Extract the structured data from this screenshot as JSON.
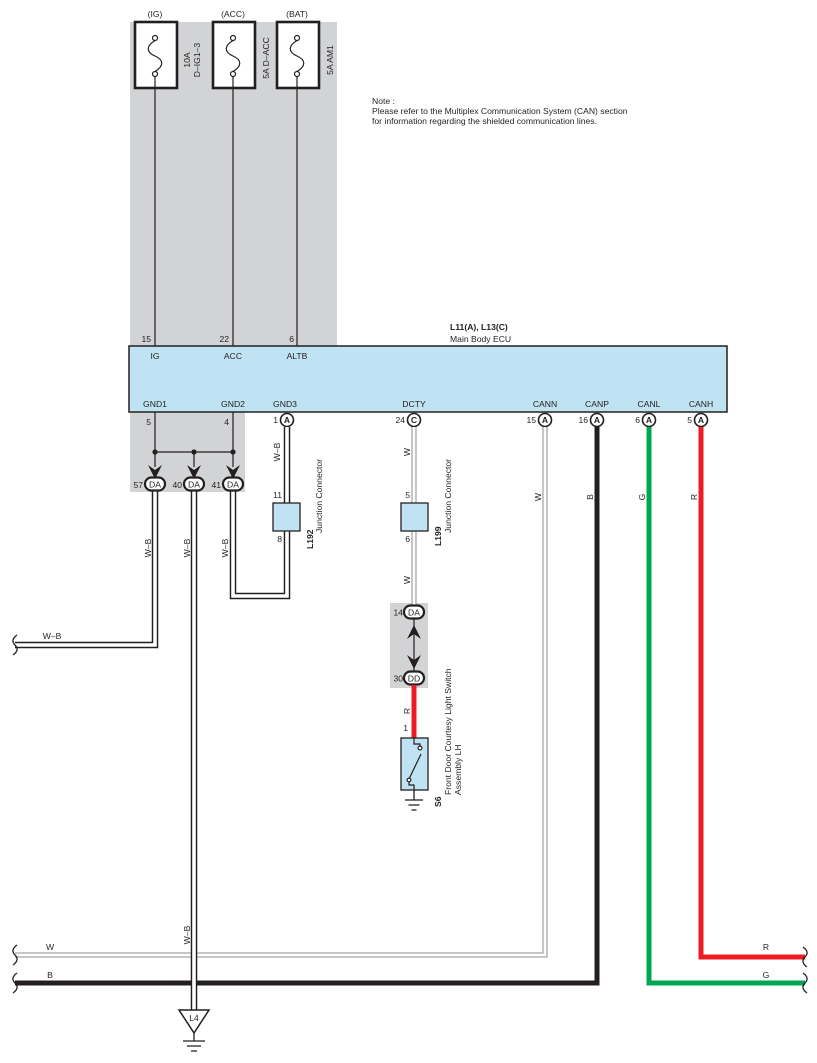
{
  "note": {
    "heading": "Note :",
    "lines": [
      "Please refer to the Multiplex Communication System (CAN) section",
      "for information regarding the shielded communication lines."
    ]
  },
  "fuses": [
    {
      "source": "(IG)",
      "label_lines": [
        "10A",
        "D–IG1–3"
      ],
      "ecu_pin": "15",
      "ecu_terminal": "IG"
    },
    {
      "source": "(ACC)",
      "label_lines": [
        "5A D–ACC"
      ],
      "ecu_pin": "22",
      "ecu_terminal": "ACC"
    },
    {
      "source": "(BAT)",
      "label_lines": [
        "5A AM1"
      ],
      "ecu_pin": "6",
      "ecu_terminal": "ALTB"
    }
  ],
  "ecu": {
    "code": "L11(A), L13(C)",
    "name": "Main Body ECU",
    "bottom_terminals": [
      {
        "terminal": "GND1",
        "pin": "5",
        "connector": ""
      },
      {
        "terminal": "GND2",
        "pin": "4",
        "connector": ""
      },
      {
        "terminal": "GND3",
        "pin": "1",
        "connector": "A"
      },
      {
        "terminal": "DCTY",
        "pin": "24",
        "connector": "C"
      },
      {
        "terminal": "CANN",
        "pin": "15",
        "connector": "A"
      },
      {
        "terminal": "CANP",
        "pin": "16",
        "connector": "A"
      },
      {
        "terminal": "CANL",
        "pin": "6",
        "connector": "A"
      },
      {
        "terminal": "CANH",
        "pin": "5",
        "connector": "A"
      }
    ]
  },
  "ground_junction": [
    {
      "pin": "57",
      "connector": "DA"
    },
    {
      "pin": "40",
      "connector": "DA"
    },
    {
      "pin": "41",
      "connector": "DA"
    }
  ],
  "junction_connectors": [
    {
      "code": "L192",
      "name": "Junction Connector",
      "pin_in": "11",
      "pin_out": "8"
    },
    {
      "code": "L199",
      "name": "Junction Connector",
      "pin_in": "5",
      "pin_out": "6"
    }
  ],
  "inline_connectors": [
    {
      "pin": "14",
      "connector": "DA"
    },
    {
      "pin": "30",
      "connector": "DD"
    }
  ],
  "switch": {
    "code": "S6",
    "name_lines": [
      "Front Door Courtesy Light Switch",
      "Assembly LH"
    ],
    "pin": "1"
  },
  "ground_point": {
    "code": "L4"
  },
  "wires": {
    "gnd1_vertical": "W–B",
    "gnd1_horizontal": "W–B",
    "gnd_l4_upper": "W–B",
    "gnd_l4_lower": "W–B",
    "gnd2": "W–B",
    "gnd3": "W–B",
    "dcty_upper": "W",
    "dcty_lower": "W",
    "switch": "R",
    "cann_vertical": "W",
    "cann_horizontal": "W",
    "canp_vertical": "B",
    "canp_horizontal": "B",
    "canl_vertical": "G",
    "canl_horizontal": "G",
    "canh_vertical": "R",
    "canh_horizontal": "R"
  },
  "colors": {
    "ecu_fill": "#bfe3f2",
    "shade": "#d1d3d4",
    "red": "#ed1c24",
    "green": "#00a651",
    "black": "#231f20"
  }
}
